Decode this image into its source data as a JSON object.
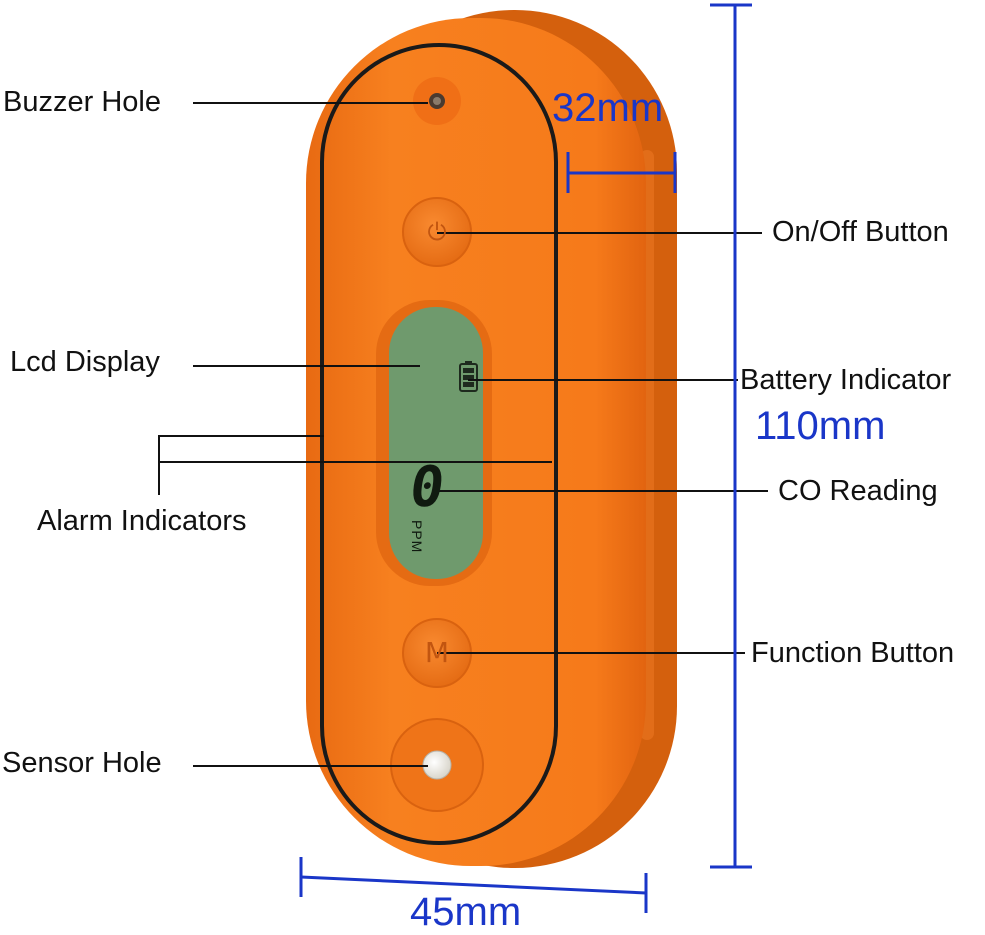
{
  "labels": {
    "buzzer_hole": "Buzzer Hole",
    "lcd_display": "Lcd Display",
    "alarm_indicators": "Alarm Indicators",
    "sensor_hole": "Sensor Hole",
    "on_off_button": "On/Off Button",
    "battery_indicator": "Battery Indicator",
    "co_reading": "CO Reading",
    "function_button": "Function Button"
  },
  "dimensions": {
    "depth": "32mm",
    "height": "110mm",
    "width": "45mm"
  },
  "device": {
    "power_symbol": "⏻",
    "function_symbol": "M",
    "reading_value": "0",
    "reading_unit": "PPM"
  },
  "colors": {
    "body_orange": "#f4781c",
    "lcd_green": "#6f9a6d",
    "dimension_blue": "#1a36c8"
  }
}
